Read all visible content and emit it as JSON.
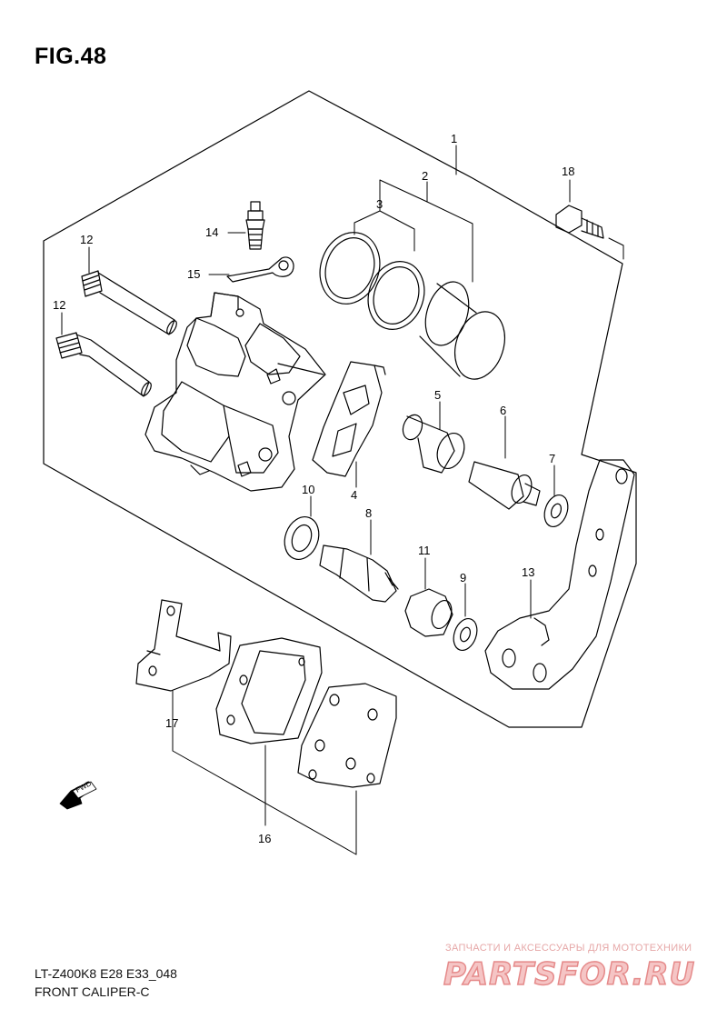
{
  "figure": {
    "title": "FIG.48",
    "model_code": "LT-Z400K8 E28 E33_048",
    "caption": "FRONT CALIPER-C"
  },
  "parts": {
    "p1": "1",
    "p2": "2",
    "p3": "3",
    "p4": "4",
    "p5": "5",
    "p6": "6",
    "p7": "7",
    "p8": "8",
    "p9": "9",
    "p10": "10",
    "p11": "11",
    "p12a": "12",
    "p12b": "12",
    "p13": "13",
    "p14": "14",
    "p15": "15",
    "p16": "16",
    "p17": "17",
    "p18": "18"
  },
  "direction_marker": {
    "label": "FWD",
    "icon": "arrow-left-icon"
  },
  "watermark": {
    "tagline": "ЗАПЧАСТИ И АКСЕССУАРЫ ДЛЯ МОТОТЕХНИКИ",
    "brand": "PARTSFOR.RU",
    "color": "#e58a8a"
  }
}
